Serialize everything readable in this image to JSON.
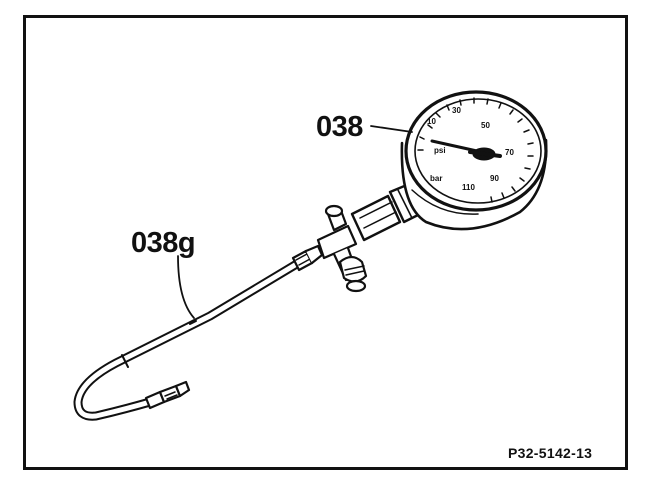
{
  "labels": {
    "gauge": "038",
    "hose": "038g"
  },
  "figure_code": "P32-5142-13",
  "gauge_dial": {
    "numbers": [
      "10",
      "30",
      "50",
      "70",
      "90",
      "110"
    ],
    "unit_text": "psi",
    "brand_text": "bar"
  },
  "colors": {
    "ink": "#111111",
    "paper": "#ffffff"
  }
}
